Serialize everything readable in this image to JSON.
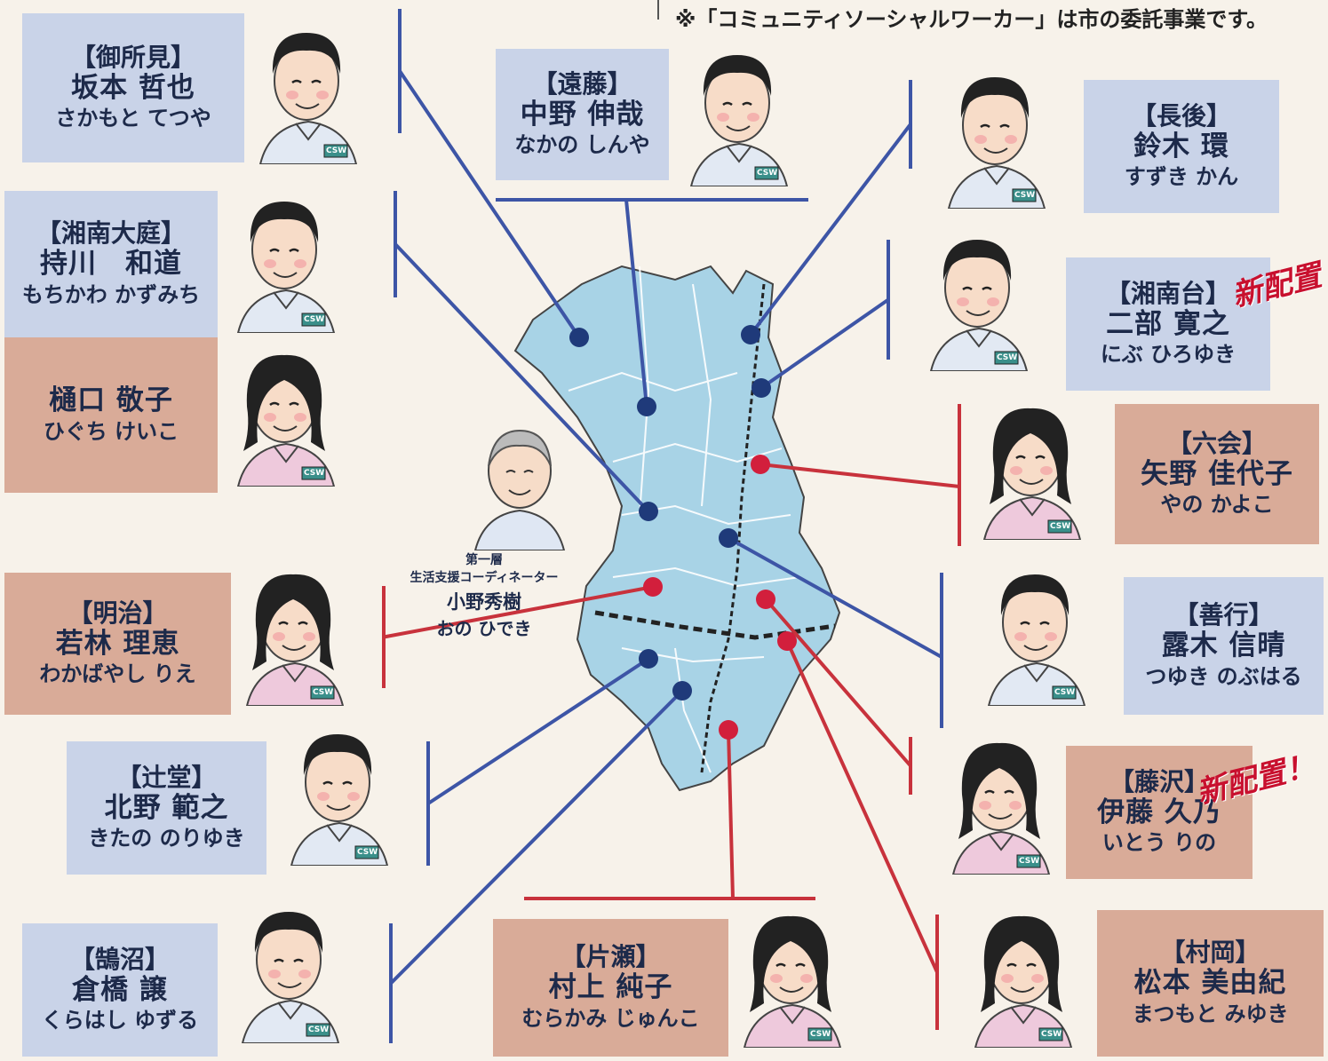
{
  "note": "※「コミュニティソーシャルワーカー」は市の委託事業です。",
  "badge_text": "新配置！",
  "badge_label": "CSW",
  "colors": {
    "blue": "#3d55a6",
    "red": "#c8323c",
    "map": "#a8d3e6",
    "blue_card": "#c9d3e8",
    "pink_card": "#d9ab98"
  },
  "coordinator": {
    "role_line1": "第一層",
    "role_line2": "生活支援コーディネーター",
    "name": "小野秀樹",
    "kana": "おの ひでき"
  },
  "workers": [
    {
      "id": "goshomi",
      "area": "【御所見】",
      "name": "坂本 哲也",
      "kana": "さかもと てつや"
    },
    {
      "id": "endo",
      "area": "【遠藤】",
      "name": "中野 伸哉",
      "kana": "なかの しんや"
    },
    {
      "id": "nagago",
      "area": "【長後】",
      "name": "鈴木 環",
      "kana": "すずき かん"
    },
    {
      "id": "shonanooba",
      "area": "【湘南大庭】",
      "name": "持川　和道",
      "kana": "もちかわ かずみち"
    },
    {
      "id": "shonanooba2",
      "area": "",
      "name": "樋口 敬子",
      "kana": "ひぐち けいこ"
    },
    {
      "id": "shonandai",
      "area": "【湘南台】",
      "name": "二部 寛之",
      "kana": "にぶ ひろゆき"
    },
    {
      "id": "mutsuai",
      "area": "【六会】",
      "name": "矢野 佳代子",
      "kana": "やの かよこ"
    },
    {
      "id": "meiji",
      "area": "【明治】",
      "name": "若林 理恵",
      "kana": "わかばやし りえ"
    },
    {
      "id": "zengyo",
      "area": "【善行】",
      "name": "露木 信晴",
      "kana": "つゆき のぶはる"
    },
    {
      "id": "tsujido",
      "area": "【辻堂】",
      "name": "北野 範之",
      "kana": "きたの のりゆき"
    },
    {
      "id": "fujisawa",
      "area": "【藤沢】",
      "name": "伊藤 久乃",
      "kana": "いとう りの"
    },
    {
      "id": "kugenuma",
      "area": "【鵠沼】",
      "name": "倉橋 譲",
      "kana": "くらはし ゆずる"
    },
    {
      "id": "katase",
      "area": "【片瀬】",
      "name": "村上 純子",
      "kana": "むらかみ じゅんこ"
    },
    {
      "id": "muraoka",
      "area": "【村岡】",
      "name": "松本 美由紀",
      "kana": "まつもと みゆき"
    }
  ]
}
